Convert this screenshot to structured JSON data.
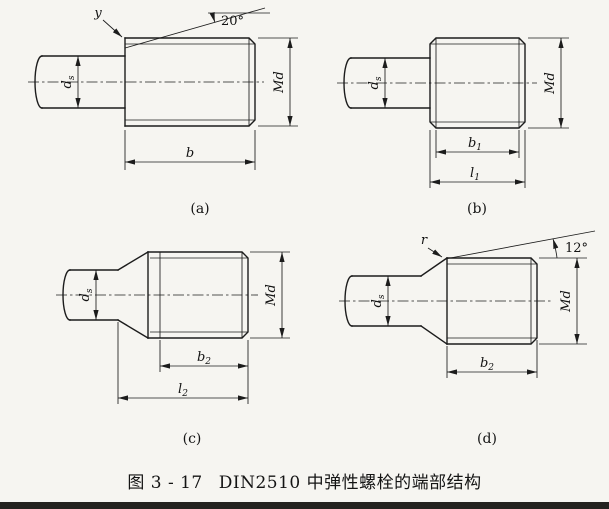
{
  "colors": {
    "ink": "#1c1c1c",
    "paper": "#f6f5f1"
  },
  "caption": {
    "number": "图 3 - 17",
    "title": "DIN2510 中弹性螺栓的端部结构"
  },
  "panel_a": {
    "label": "(a)",
    "angle": "20°",
    "y": "y",
    "ds_main": "d",
    "ds_sub": "s",
    "md": "Md",
    "b": "b"
  },
  "panel_b": {
    "label": "(b)",
    "ds_main": "d",
    "ds_sub": "s",
    "md": "Md",
    "b1_main": "b",
    "b1_sub": "1",
    "l1_main": "l",
    "l1_sub": "1"
  },
  "panel_c": {
    "label": "(c)",
    "ds_main": "d",
    "ds_sub": "s",
    "md": "Md",
    "b2_main": "b",
    "b2_sub": "2",
    "l2_main": "l",
    "l2_sub": "2"
  },
  "panel_d": {
    "label": "(d)",
    "angle": "12°",
    "r": "r",
    "ds_main": "d",
    "ds_sub": "s",
    "md": "Md",
    "b2_main": "b",
    "b2_sub": "2"
  }
}
